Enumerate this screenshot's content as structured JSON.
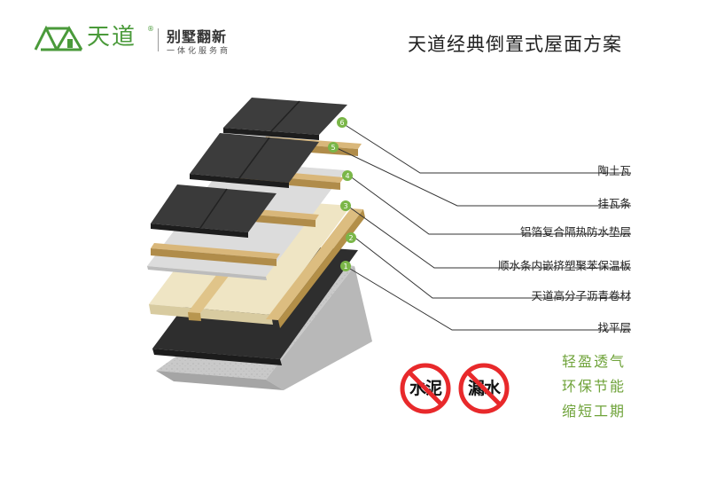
{
  "header": {
    "brand_name": "天道",
    "brand_reg": "®",
    "tagline": "别墅翻新",
    "subtagline": "一体化服务商",
    "title": "天道经典倒置式屋面方案"
  },
  "layers": [
    {
      "number": "6",
      "label": "陶土瓦"
    },
    {
      "number": "5",
      "label": "挂瓦条"
    },
    {
      "number": "4",
      "label": "铝箔复合隔热防水垫层"
    },
    {
      "number": "3",
      "label": "顺水条内嵌挤塑聚苯保温板"
    },
    {
      "number": "2",
      "label": "天道高分子沥青卷材"
    },
    {
      "number": "1",
      "label": "找平层"
    }
  ],
  "features": [
    "轻盈透气",
    "环保节能",
    "缩短工期"
  ],
  "prohibitions": [
    "水泥",
    "漏水"
  ],
  "colors": {
    "brand_green": "#4a9a3a",
    "number_badge": "#7ab648",
    "feature_text": "#6fa33a",
    "prohibit_red": "#e8292b"
  }
}
